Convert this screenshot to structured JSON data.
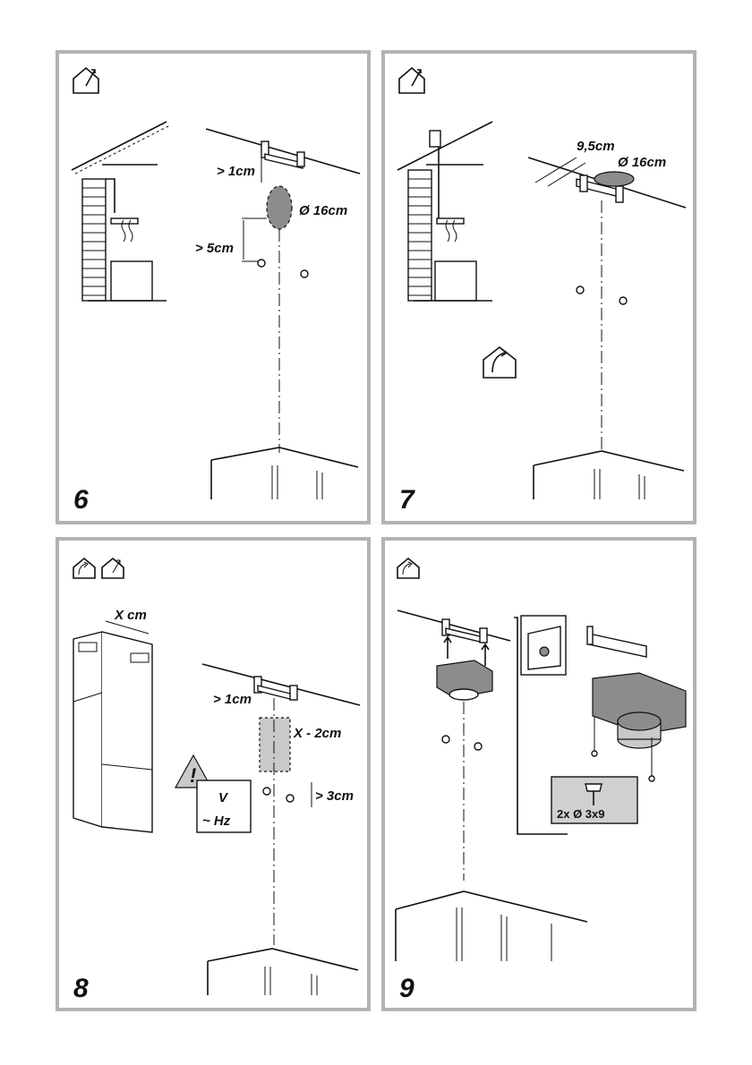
{
  "panels": [
    {
      "number": "6",
      "labels": {
        "gap_top": "> 1cm",
        "diameter": "Ø 16cm",
        "gap_bottom": "> 5cm"
      }
    },
    {
      "number": "7",
      "labels": {
        "width": "9,5cm",
        "diameter": "Ø 16cm"
      }
    },
    {
      "number": "8",
      "labels": {
        "chimney_width": "X cm",
        "gap_top": "> 1cm",
        "zone_width": "X - 2cm",
        "gap_screws": "> 3cm",
        "voltage": "V",
        "frequency": "~ Hz",
        "warning": "!"
      }
    },
    {
      "number": "9",
      "labels": {
        "screw_spec": "2x Ø 3x9"
      }
    }
  ],
  "icons": {
    "panel6": [
      "house-exhaust-icon"
    ],
    "panel7": [
      "house-exhaust-icon",
      "house-recirculation-icon"
    ],
    "panel8": [
      "house-recirculation-icon",
      "house-exhaust-icon"
    ],
    "panel9": [
      "house-recirculation-icon"
    ]
  }
}
